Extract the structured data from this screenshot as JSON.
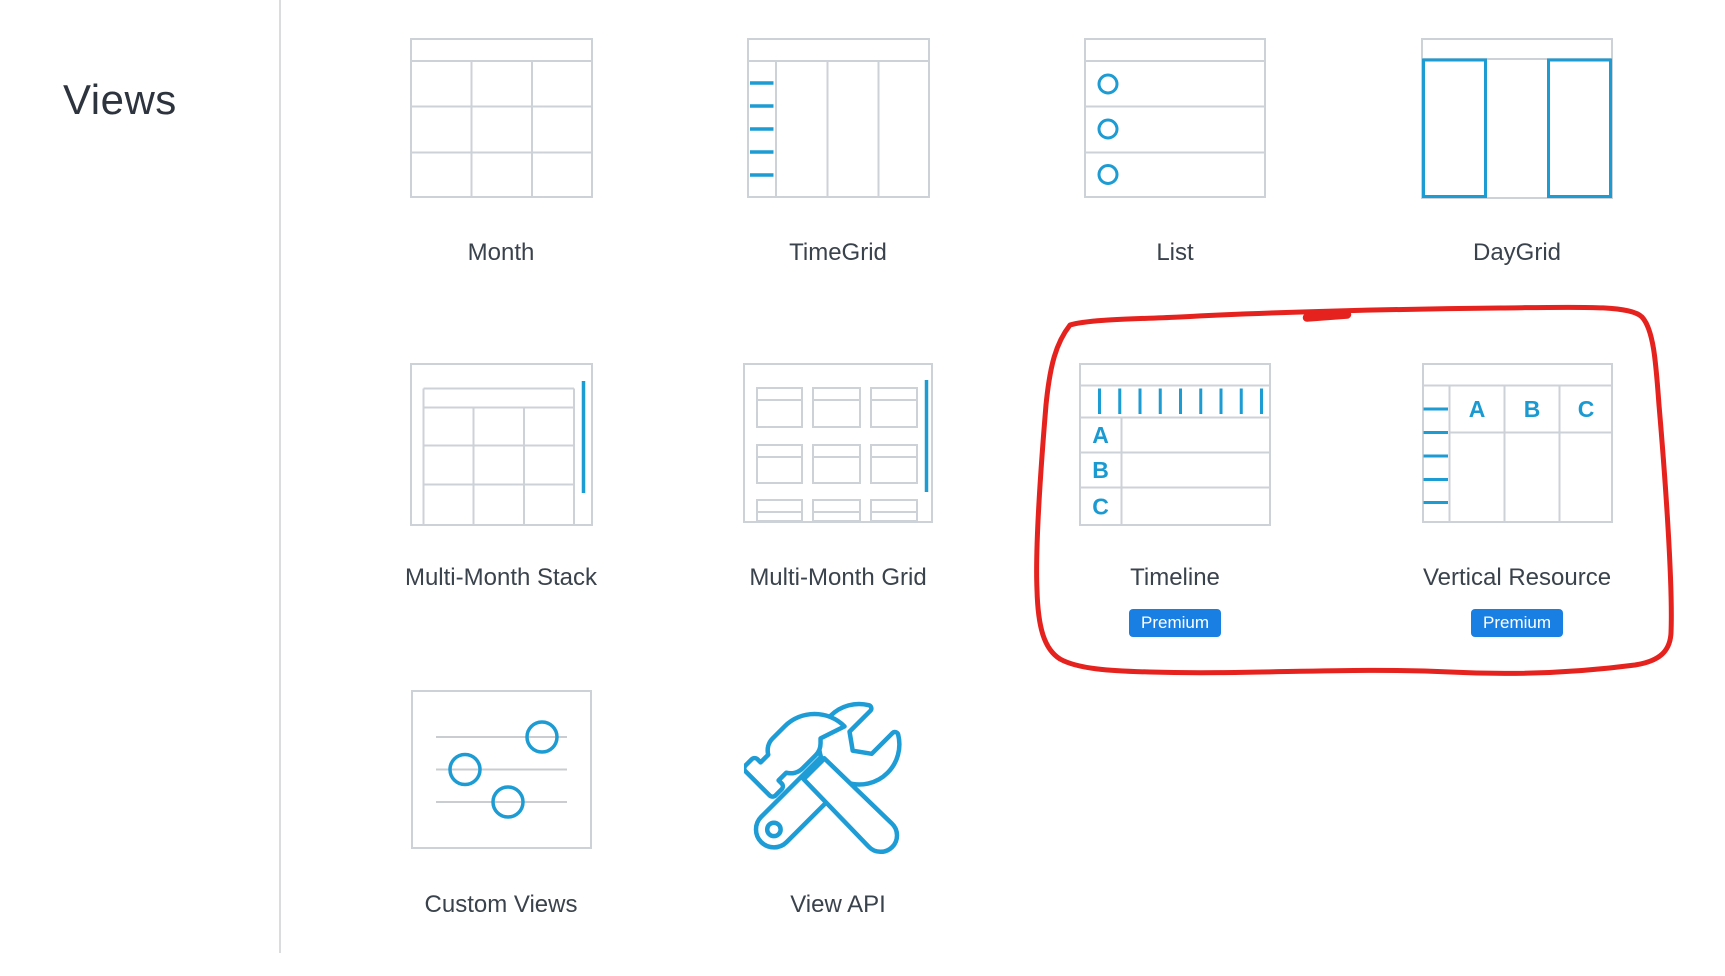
{
  "page": {
    "heading": "Views"
  },
  "premium_badge_label": "Premium",
  "letters": [
    "A",
    "B",
    "C"
  ],
  "cards": [
    {
      "id": "month",
      "label": "Month",
      "premium": false
    },
    {
      "id": "timegrid",
      "label": "TimeGrid",
      "premium": false
    },
    {
      "id": "list",
      "label": "List",
      "premium": false
    },
    {
      "id": "daygrid",
      "label": "DayGrid",
      "premium": false
    },
    {
      "id": "multi-month-stack",
      "label": "Multi-Month Stack",
      "premium": false
    },
    {
      "id": "multi-month-grid",
      "label": "Multi-Month Grid",
      "premium": false
    },
    {
      "id": "timeline",
      "label": "Timeline",
      "premium": true
    },
    {
      "id": "vertical-resource",
      "label": "Vertical Resource",
      "premium": true
    },
    {
      "id": "custom-views",
      "label": "Custom Views",
      "premium": false
    },
    {
      "id": "view-api",
      "label": "View API",
      "premium": false
    }
  ],
  "annotation": {
    "type": "hand-drawn red loop",
    "around": [
      "Timeline",
      "Vertical Resource"
    ],
    "color": "#e5221d"
  },
  "colors": {
    "icon_blue": "#1d9bd3",
    "badge_blue": "#1a7fe3",
    "annotation_red": "#e5221d",
    "box_gray": "#ccd2d7",
    "text": "#3a424c"
  }
}
